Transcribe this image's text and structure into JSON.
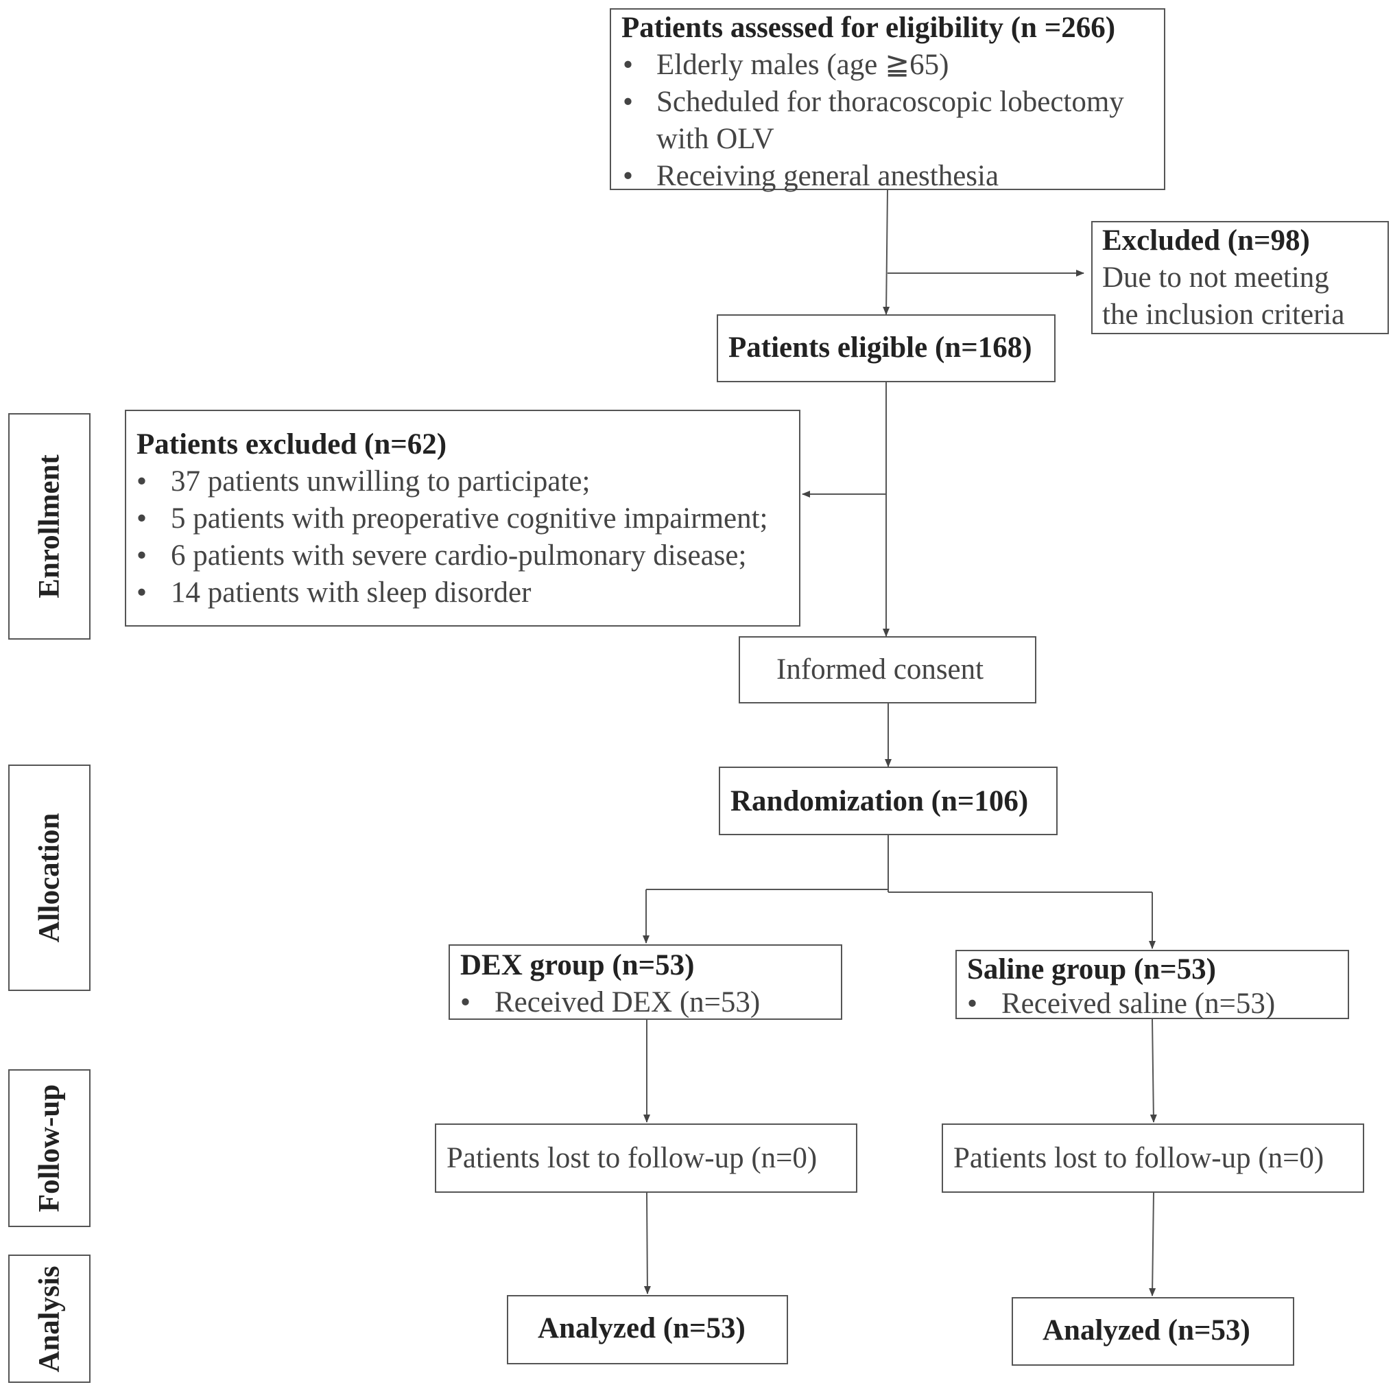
{
  "stages": {
    "enrollment": "Enrollment",
    "allocation": "Allocation",
    "followup": "Follow-up",
    "analysis": "Analysis"
  },
  "assessed": {
    "title": "Patients assessed for eligibility (n =266)",
    "items": [
      "Elderly males (age ≧65)",
      "Scheduled for thoracoscopic lobectomy",
      "with OLV",
      "Receiving general anesthesia"
    ]
  },
  "excluded_98": {
    "title": "Excluded (n=98)",
    "lines": [
      "Due to not meeting",
      "the inclusion criteria"
    ]
  },
  "eligible": {
    "title": "Patients eligible (n=168)"
  },
  "excluded_62": {
    "title": "Patients excluded (n=62)",
    "items": [
      "37 patients unwilling to participate;",
      "5 patients with preoperative cognitive impairment;",
      "6 patients with severe cardio-pulmonary disease;",
      "14 patients with sleep disorder"
    ]
  },
  "consent": {
    "text": "Informed consent"
  },
  "randomization": {
    "title": "Randomization (n=106)"
  },
  "dex_group": {
    "title": "DEX group (n=53)",
    "item": "Received DEX (n=53)"
  },
  "saline_group": {
    "title": "Saline group (n=53)",
    "item": "Received saline (n=53)"
  },
  "followup_dex": {
    "text": "Patients lost to follow-up (n=0)"
  },
  "followup_saline": {
    "text": "Patients lost to follow-up (n=0)"
  },
  "analyzed_dex": {
    "title": "Analyzed (n=53)"
  },
  "analyzed_saline": {
    "title": "Analyzed (n=53)"
  },
  "bullet_symbol": "•"
}
